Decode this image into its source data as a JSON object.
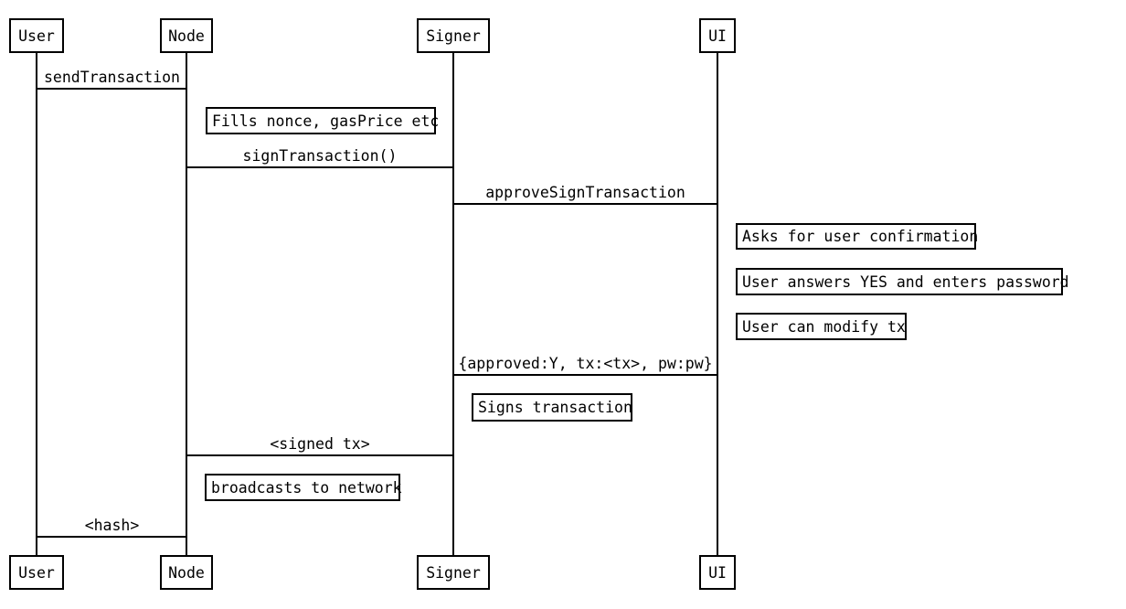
{
  "colors": {
    "stroke": "#000000",
    "background": "#ffffff",
    "text": "#000000"
  },
  "diagram": {
    "type": "sequence-diagram",
    "actors": [
      {
        "id": "user",
        "label": "User"
      },
      {
        "id": "node",
        "label": "Node"
      },
      {
        "id": "signer",
        "label": "Signer"
      },
      {
        "id": "ui",
        "label": "UI"
      }
    ],
    "messages": [
      {
        "from": "User",
        "to": "Node",
        "label": "sendTransaction"
      },
      {
        "from": "Node",
        "to": "Signer",
        "label": "signTransaction()"
      },
      {
        "from": "Signer",
        "to": "UI",
        "label": "approveSignTransaction"
      },
      {
        "from": "UI",
        "to": "Signer",
        "label": "{approved:Y, tx:<tx>, pw:pw}"
      },
      {
        "from": "Signer",
        "to": "Node",
        "label": "<signed tx>"
      },
      {
        "from": "Node",
        "to": "User",
        "label": "<hash>"
      }
    ],
    "notes": [
      {
        "over": "Node",
        "label": "Fills nonce, gasPrice etc"
      },
      {
        "over": "UI",
        "label": "Asks for user confirmation"
      },
      {
        "over": "UI",
        "label": "User answers YES and enters password"
      },
      {
        "over": "UI",
        "label": "User can modify tx"
      },
      {
        "over": "Signer",
        "label": "Signs transaction"
      },
      {
        "over": "Node",
        "label": "broadcasts to network"
      }
    ]
  }
}
